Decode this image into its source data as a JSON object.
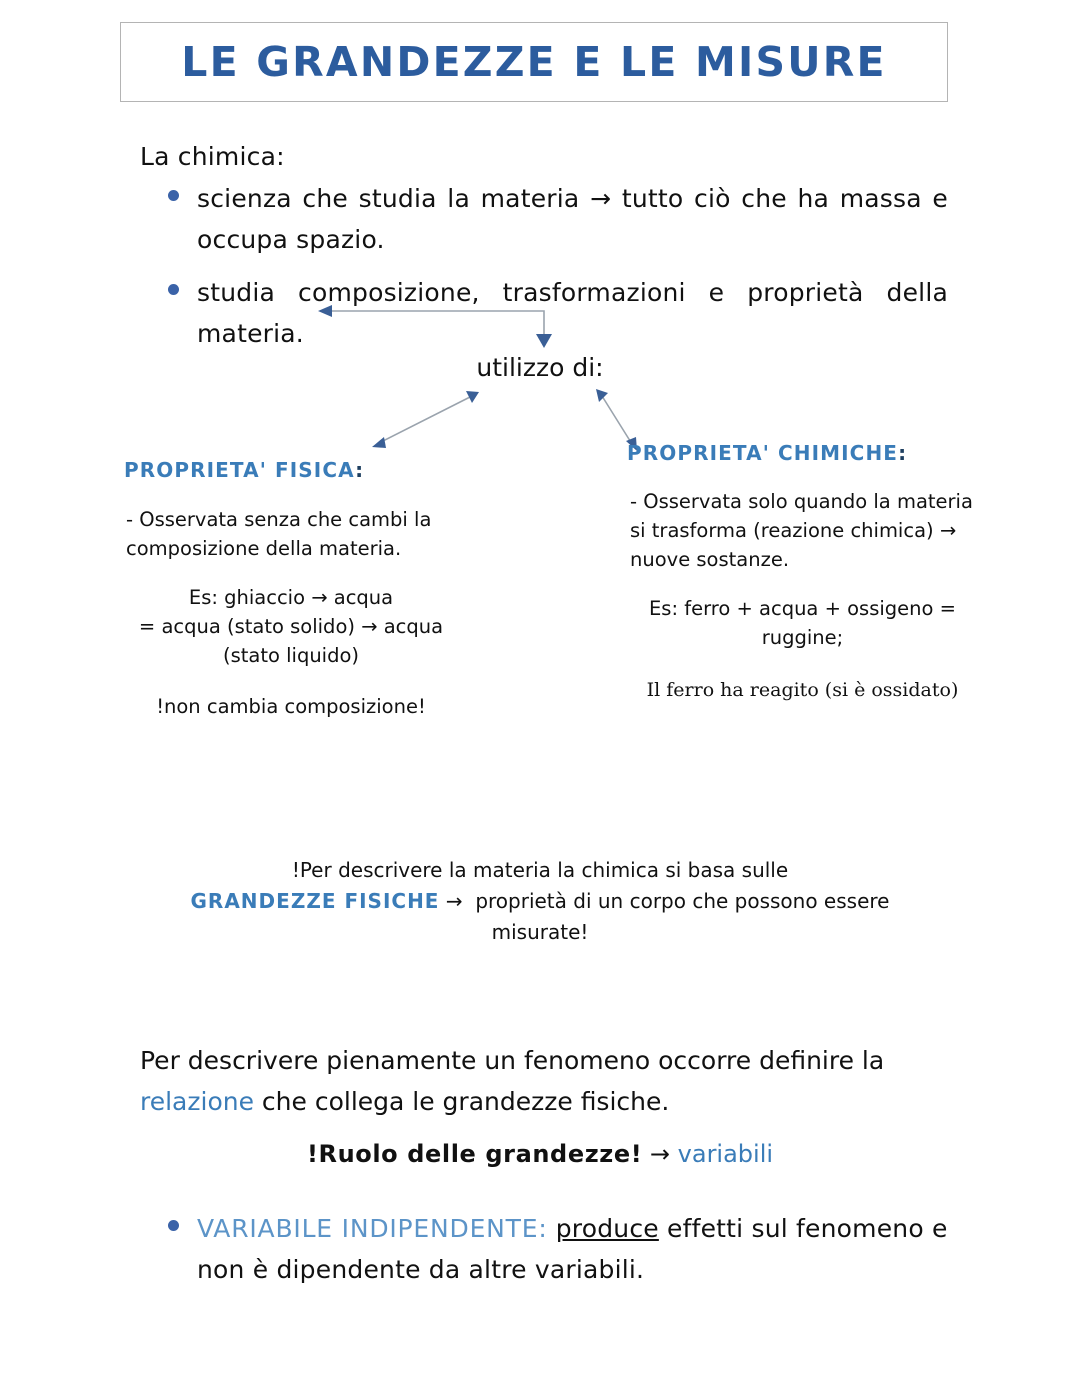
{
  "title": {
    "text": "LE GRANDEZZE E LE MISURE",
    "color": "#2c5c9e"
  },
  "intro": {
    "lead": "La chimica:",
    "bullets": [
      "scienza che studia la materia → tutto ciò che ha massa e occupa spazio.",
      "studia composizione, trasformazioni e proprietà della materia."
    ]
  },
  "diagram": {
    "center_label": "utilizzo di:",
    "arrow_color": "#3a5f96",
    "line_color": "#9aa3ad",
    "left_branch": {
      "heading": "PROPRIETA' FISICA",
      "heading_colon": ":",
      "heading_color": "#3a7cb8",
      "definition": "- Osservata senza che cambi la composizione della materia.",
      "example_lines": [
        "Es: ghiaccio → acqua",
        "= acqua (stato solido) → acqua",
        "(stato liquido)"
      ],
      "note": "!non cambia composizione!"
    },
    "right_branch": {
      "heading": "PROPRIETA' CHIMICHE",
      "heading_colon": ":",
      "heading_color": "#3a7cb8",
      "definition": "- Osservata solo quando la materia si trasforma (reazione chimica) → nuove sostanze.",
      "example_lines": [
        "Es: ferro + acqua + ossigeno =",
        "ruggine;"
      ],
      "note": "Il ferro ha reagito (si è ossidato)"
    }
  },
  "mid_note": {
    "line1": "!Per descrivere la materia la chimica si basa sulle",
    "highlight": "GRANDEZZE FISICHE",
    "arrow": "→",
    "line2": "proprietà di un corpo che possono essere",
    "line3": "misurate!"
  },
  "bottom": {
    "paragraph_before": "Per descrivere pienamente un fenomeno occorre definire la ",
    "paragraph_blue": "relazione",
    "paragraph_after": " che collega le grandezze fisiche.",
    "ruolo_bold": "!Ruolo delle grandezze!",
    "ruolo_arrow": "→",
    "ruolo_blue": "variabili",
    "variable_bullet": {
      "label": "VARIABILE INDIPENDENTE:",
      "underlined": "produce",
      "rest": " effetti sul fenomeno e non è dipendente da altre variabili."
    }
  }
}
